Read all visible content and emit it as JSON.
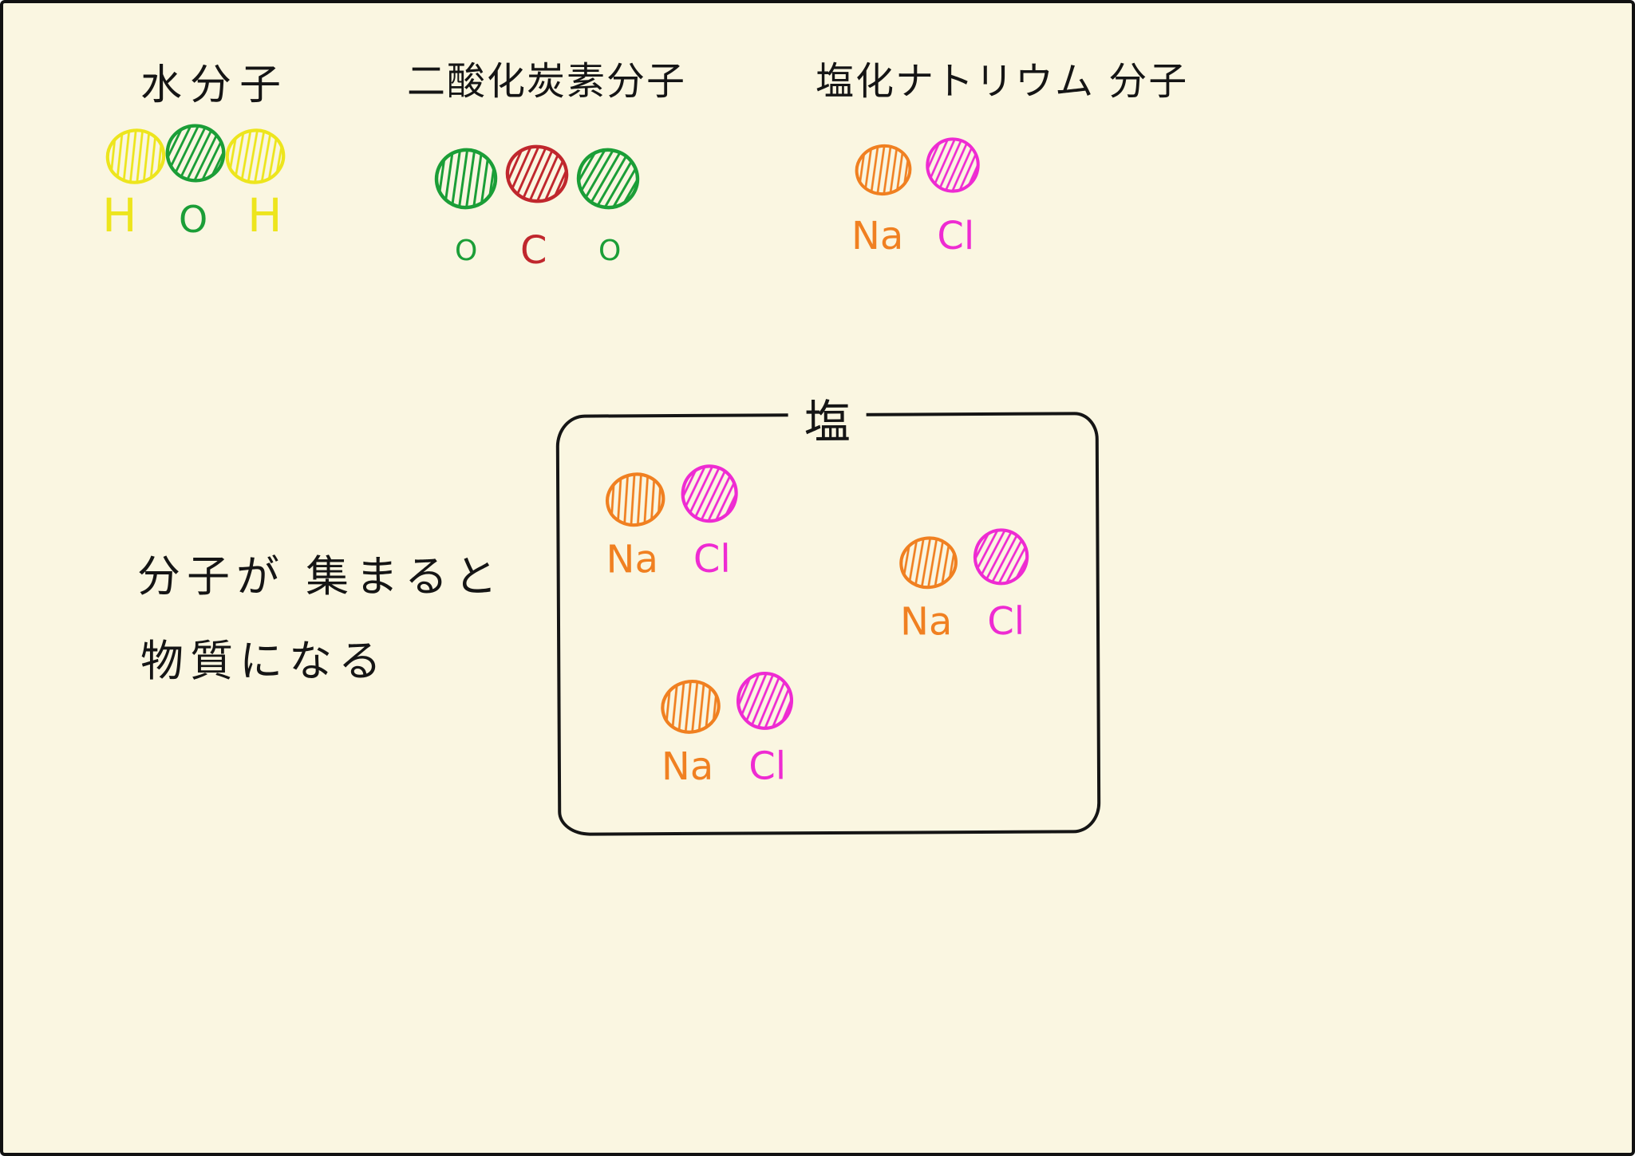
{
  "canvas": {
    "background_color": "#FAF6E1",
    "border_color": "#111111",
    "ink_color": "#151515"
  },
  "molecules": [
    {
      "title": "水分子",
      "atoms": [
        {
          "symbol": "H",
          "color": "#EDE51D"
        },
        {
          "symbol": "O",
          "color": "#1B9E37"
        },
        {
          "symbol": "H",
          "color": "#EDE51D"
        }
      ]
    },
    {
      "title": "二酸化炭素分子",
      "atoms": [
        {
          "symbol": "O",
          "color": "#1B9E37"
        },
        {
          "symbol": "C",
          "color": "#C0272D"
        },
        {
          "symbol": "O",
          "color": "#1B9E37"
        }
      ]
    },
    {
      "title": "塩化ナトリウム 分子",
      "atoms": [
        {
          "symbol": "Na",
          "color": "#F08021"
        },
        {
          "symbol": "Cl",
          "color": "#EE2BD2"
        }
      ]
    }
  ],
  "note": {
    "line1": "分子が 集まると",
    "line2": "物質になる"
  },
  "salt_box": {
    "label": "塩",
    "na_color": "#F08021",
    "cl_color": "#EE2BD2",
    "pairs": [
      {
        "na": "Na",
        "cl": "Cl"
      },
      {
        "na": "Na",
        "cl": "Cl"
      },
      {
        "na": "Na",
        "cl": "Cl"
      }
    ]
  }
}
